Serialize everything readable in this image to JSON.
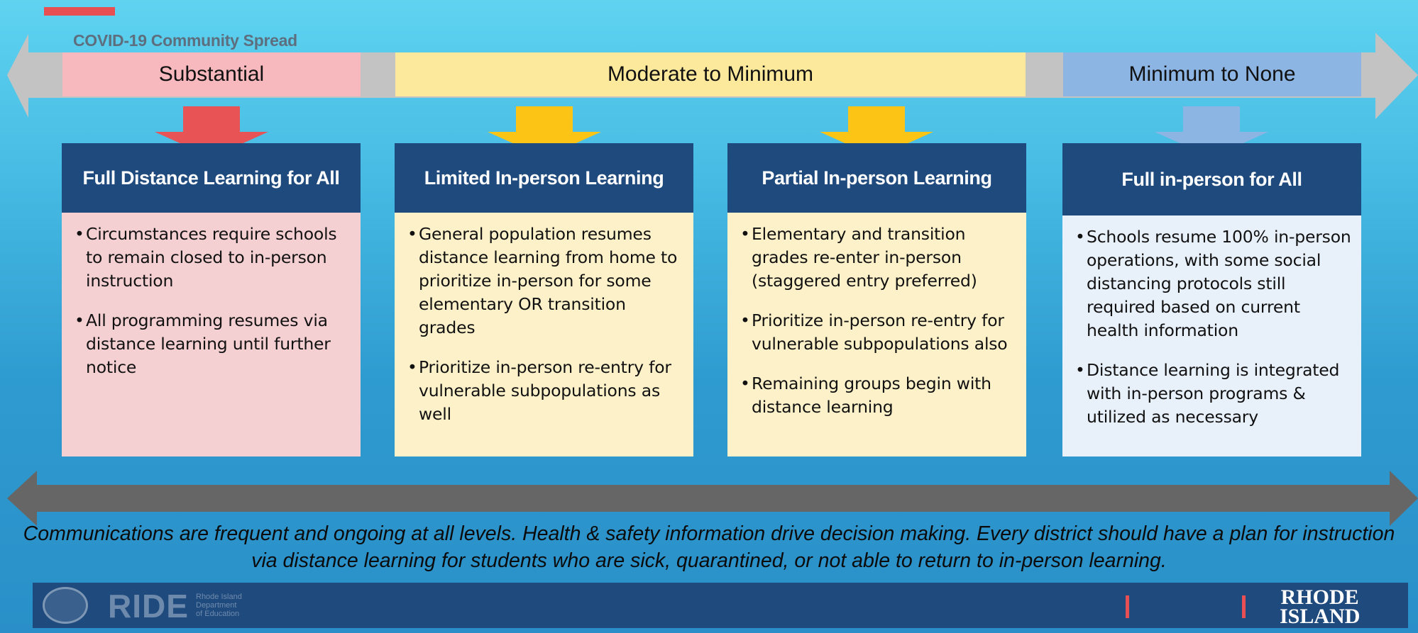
{
  "spread_title": "COVID-19 Community Spread",
  "colors": {
    "substantial": "#f7b9bd",
    "moderate": "#fde99b",
    "minimum": "#8db5e4",
    "gray_arrow": "#c3c3c3",
    "header": "#1f4a7e",
    "down_red": "#e85356",
    "down_yellow": "#fcc515",
    "down_blue": "#8db5e4",
    "body_pink": "#f5d0d2",
    "body_yellow": "#fdf1c9",
    "body_blue": "#e8f0fa",
    "bottom_arrow": "#666666"
  },
  "levels": [
    {
      "label": "Substantial"
    },
    {
      "label": "Moderate to Minimum"
    },
    {
      "label": "Minimum to None"
    }
  ],
  "cards": [
    {
      "title": "Full Distance Learning for All",
      "bullets": [
        "Circumstances require schools to remain closed to in-person instruction",
        "All programming resumes via distance learning until further notice"
      ]
    },
    {
      "title": "Limited In-person Learning",
      "bullets": [
        "General population resumes distance learning from home to prioritize in-person for some elementary OR transition grades",
        "Prioritize in-person re-entry for vulnerable subpopulations as well"
      ]
    },
    {
      "title": "Partial In-person Learning",
      "bullets": [
        "Elementary and transition grades re-enter in-person (staggered entry preferred)",
        "Prioritize in-person re-entry for vulnerable subpopulations also",
        "Remaining groups begin with distance learning"
      ]
    },
    {
      "title": "Full in-person for All",
      "bullets": [
        "Schools resume 100% in-person operations, with some social distancing protocols still required based on current health information",
        "Distance learning is integrated with in-person programs & utilized as necessary"
      ]
    }
  ],
  "communications_text": "Communications are frequent and ongoing at all levels. Health & safety information drive decision making.  Every district should have a plan for instruction via distance learning for students who are sick, quarantined, or not able to return to in-person learning.",
  "footer": {
    "ride_logo_text": "RIDE",
    "ride_subtext": "Rhode Island\nDepartment\nof Education",
    "ri_logo_text": "RHODE\nISLAND"
  }
}
